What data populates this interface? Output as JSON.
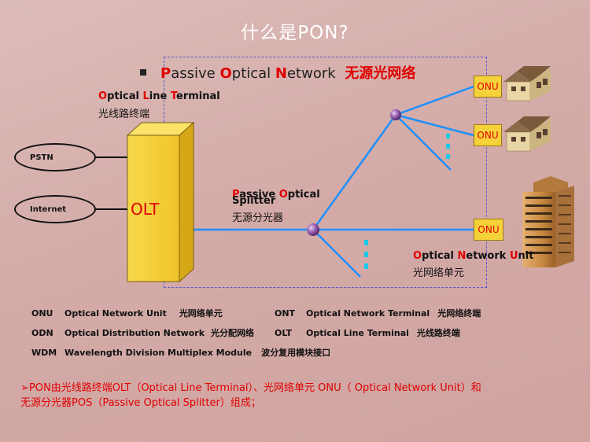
{
  "slide_title": "什么是PON?",
  "headline": {
    "p": "P",
    "assive": "assive ",
    "o": "O",
    "ptical": "ptical ",
    "n": "N",
    "etwork": "etwork",
    "cn": "无源光网络"
  },
  "olt_label": {
    "o": "O",
    "ptical": "ptical ",
    "l": "L",
    "ine": "ine ",
    "t": "T",
    "erminal": "erminal",
    "cn": "光线路终端"
  },
  "olt_box_text": "OLT",
  "pstn_label": "PSTN",
  "internet_label": "Internet",
  "splitter_label": {
    "line1_p": "P",
    "line1": "assive ",
    "line1_o": "O",
    "line1_rest": "ptical",
    "line2": "Splitter",
    "cn": "无源分光器"
  },
  "onu_text": "ONU",
  "onu_label": {
    "o": "O",
    "ptical": "ptical ",
    "n": "N",
    "etwork": "etwork ",
    "u": "U",
    "nit": "nit",
    "cn": "光网络单元"
  },
  "legend": [
    {
      "abbr": "ONU",
      "en": "Optical Network Unit",
      "cn": "光网络单元"
    },
    {
      "abbr": "ONT",
      "en": "Optical Network Terminal",
      "cn": "光网络终端"
    },
    {
      "abbr": "ODN",
      "en": "Optical Distribution Network",
      "cn": "光分配网络"
    },
    {
      "abbr": "OLT",
      "en": "Optical Line Terminal",
      "cn": "光线路终端"
    },
    {
      "abbr": "WDM",
      "en": "Wavelength Division Multiplex Module",
      "cn": "波分复用模块接口"
    }
  ],
  "summary_line1": "➢PON由光线路终端OLT（Optical Line Terminal）、光网络单元 ONU（ Optical Network Unit）和",
  "summary_line2": "无源分光器POS（Passive Optical Splitter）组成；",
  "colors": {
    "fiber": "#1e90ff",
    "olt_yellow": "#f6d23a",
    "accent_red": "#e00000",
    "node_purple": "#8a4fa0",
    "dots_cyan": "#18c8e8"
  }
}
